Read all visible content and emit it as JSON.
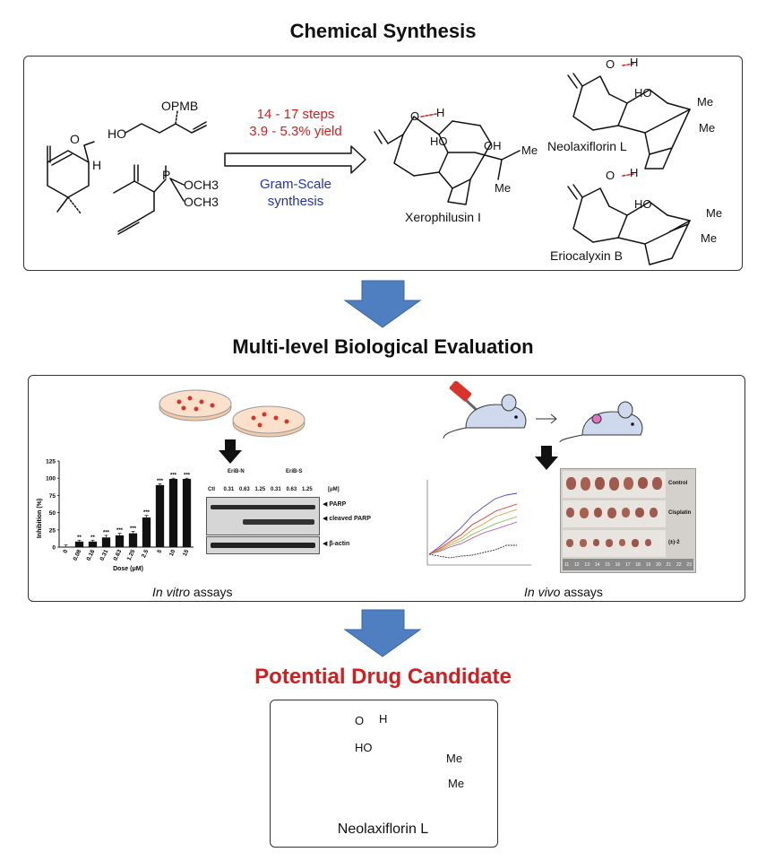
{
  "titles": {
    "top": "Chemical Synthesis",
    "middle": "Multi-level Biological Evaluation",
    "bottom": "Potential Drug Candidate"
  },
  "synthesis": {
    "steps": "14 - 17 steps",
    "yield": "3.9 - 5.3% yield",
    "gram_line1": "Gram-Scale",
    "gram_line2": "synthesis",
    "product_name": "Xerophilusin I",
    "target1_name": "Neolaxiflorin L",
    "target2_name": "Eriocalyxin B",
    "sm2_groups": [
      "OPMB",
      "HO"
    ],
    "sm3_groups": [
      "P",
      "OCH3",
      "OCH3"
    ],
    "chem_labels": [
      "O",
      "H",
      "HO",
      "OH",
      "Me",
      "Me"
    ]
  },
  "evaluation": {
    "in_vitro_label": "In vitro",
    "in_vivo_label": "In vivo",
    "assays_word": "assays",
    "chart": {
      "ylabel": "Inhibition (%)",
      "xlabel": "Dose (μM)",
      "yticks": [
        "0",
        "25",
        "50",
        "75",
        "100",
        "125"
      ]
    },
    "blot": {
      "header_left": "EriB-N",
      "header_right": "EriB-S",
      "unit": "[μM]",
      "lanes": [
        "Ctl",
        "0.31",
        "0.63",
        "1.25",
        "0.31",
        "0.63",
        "1.25"
      ],
      "bands": [
        "PARP",
        "cleaved PARP",
        "β-actin"
      ]
    },
    "tumor_rows": [
      "Control",
      "Cisplatin",
      "(±)-2"
    ],
    "ruler_numbers": [
      "11",
      "12",
      "13",
      "14",
      "15",
      "16",
      "17",
      "18",
      "19",
      "20",
      "21",
      "22",
      "23"
    ]
  },
  "candidate": {
    "name": "Neolaxiflorin L"
  },
  "colors": {
    "arrow_blue": "#4f7fc0",
    "title_red": "#d21e1e",
    "text_blue": "#1f33b3"
  },
  "chart_data": [
    {
      "type": "bar",
      "categories": [
        "0",
        "0.08",
        "0.16",
        "0.31",
        "0.63",
        "1.25",
        "2.5",
        "5",
        "10",
        "15"
      ],
      "values": [
        0,
        8,
        8,
        14,
        17,
        20,
        43,
        90,
        99,
        99
      ],
      "errors": [
        3,
        2,
        2,
        3,
        3,
        3,
        3,
        2,
        1,
        1
      ],
      "annotations": [
        "",
        "**",
        "**",
        "***",
        "***",
        "***",
        "***",
        "***",
        "***",
        "***"
      ],
      "xlabel": "Dose (μM)",
      "ylabel": "Inhibition (%)",
      "ylim": [
        0,
        125
      ]
    }
  ]
}
